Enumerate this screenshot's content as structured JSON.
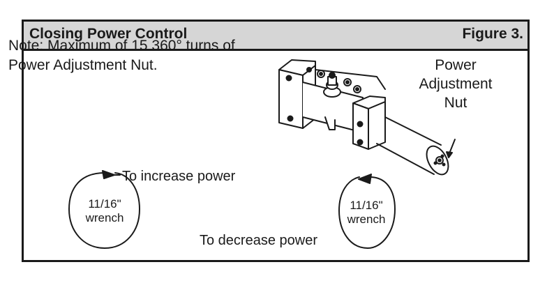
{
  "header": {
    "title": "Closing Power Control",
    "figure": "Figure 3."
  },
  "note": "Note: Maximum of 15 360° turns of Power Adjustment Nut.",
  "callout": {
    "line1": "Power",
    "line2": "Adjustment",
    "line3": "Nut"
  },
  "increase": {
    "label": "To increase power",
    "wrench_size": "11/16\"",
    "wrench_word": "wrench"
  },
  "decrease": {
    "label": "To decrease power",
    "wrench_size": "11/16\"",
    "wrench_word": "wrench"
  }
}
